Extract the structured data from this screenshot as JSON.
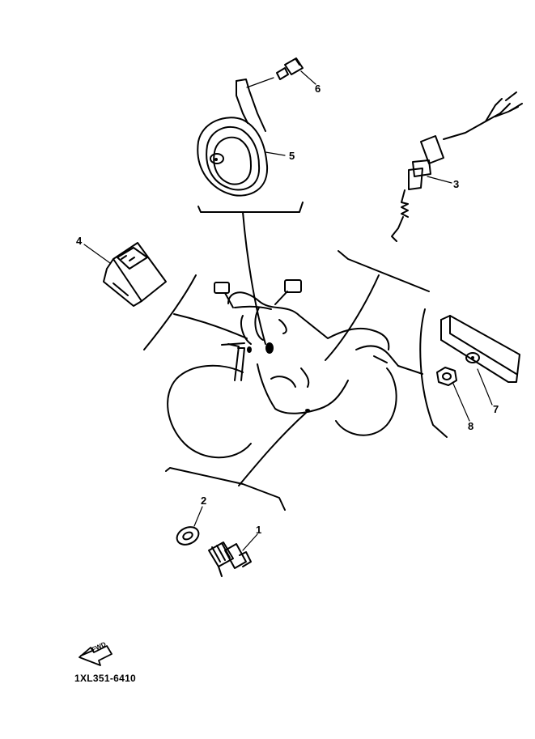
{
  "diagram": {
    "part_numbers": {
      "p1": "1",
      "p2": "2",
      "p3": "3",
      "p4": "4",
      "p5": "5",
      "p6": "6",
      "p7": "7",
      "p8": "8"
    },
    "fwd_label": "FWD",
    "drawing_code": "1XL351-6410"
  },
  "icons": {
    "fwd": "fwd-arrow-icon"
  }
}
